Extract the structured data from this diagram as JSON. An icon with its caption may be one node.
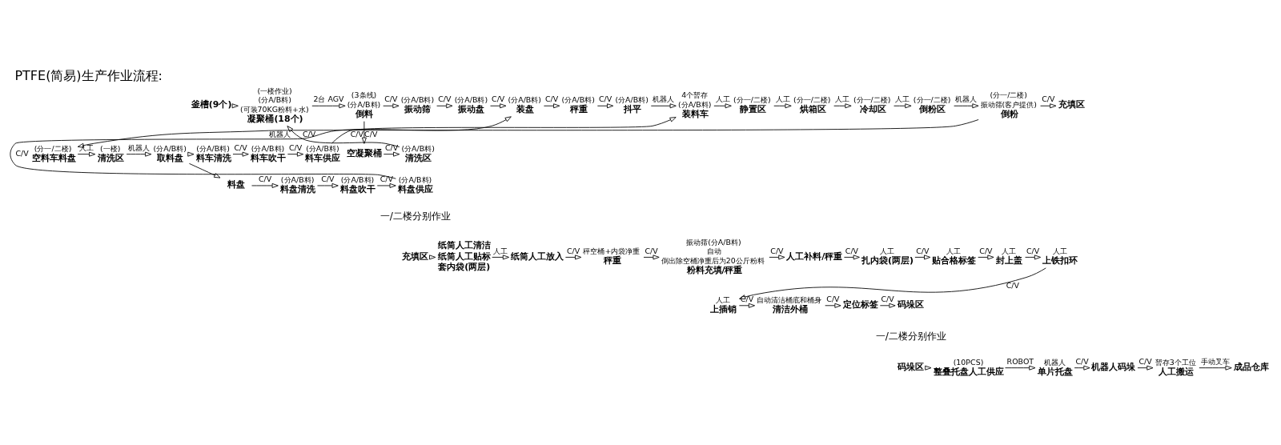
{
  "diagram": {
    "title": "PTFE(简易)生产作业流程:",
    "nodes": [
      {
        "text": [
          "釜槽(9个)"
        ]
      },
      {
        "text": [
          "凝聚桶(18个)"
        ],
        "beside": [
          "(一楼作业)",
          "(分A/B料)",
          "(可装70KG粉料+水)"
        ]
      },
      {
        "text": [
          "倒料"
        ],
        "beside": [
          "(3条线)",
          "(分A/B料)"
        ]
      },
      {
        "text": [
          "振动筛"
        ],
        "beside": [
          "(分A/B料)"
        ]
      },
      {
        "text": [
          "振动盘"
        ],
        "beside": [
          "(分A/B料)"
        ]
      },
      {
        "text": [
          "装盘"
        ],
        "beside": [
          "(分A/B料)"
        ]
      },
      {
        "text": [
          "秤重"
        ],
        "beside": [
          "(分A/B料)"
        ]
      },
      {
        "text": [
          "抖平"
        ],
        "beside": [
          "(分A/B料)"
        ]
      },
      {
        "text": [
          "装料车"
        ],
        "beside": [
          "4个暂存",
          "(分A/B料)"
        ]
      },
      {
        "text": [
          "静置区"
        ],
        "beside": [
          "(分一/二楼)"
        ]
      },
      {
        "text": [
          "烘箱区"
        ],
        "beside": [
          "(分一/二楼)"
        ]
      },
      {
        "text": [
          "冷却区"
        ],
        "beside": [
          "(分一/二楼)"
        ]
      },
      {
        "text": [
          "倒粉区"
        ],
        "beside": [
          "(分一/二楼)"
        ]
      },
      {
        "text": [
          "倒粉"
        ],
        "beside": [
          "(分一/二楼)",
          "振动筛(客户提供)"
        ]
      },
      {
        "text": [
          "充填区"
        ]
      },
      {
        "text": [
          "空凝聚桶"
        ]
      },
      {
        "text": [
          "清洗区"
        ],
        "beside": [
          "(分A/B料)"
        ]
      },
      {
        "text": [
          "空料车料盘"
        ],
        "beside": [
          "(分一/二楼)"
        ]
      },
      {
        "text": [
          "清洗区"
        ],
        "beside": [
          "(一楼)"
        ]
      },
      {
        "text": [
          "取料盘"
        ],
        "beside": [
          "(分A/B料)"
        ]
      },
      {
        "text": [
          "料车清洗"
        ],
        "beside": [
          "(分A/B料)"
        ]
      },
      {
        "text": [
          "料车吹干"
        ],
        "beside": [
          "(分A/B料)"
        ]
      },
      {
        "text": [
          "料车供应"
        ],
        "beside": [
          "(分A/B料)"
        ]
      },
      {
        "text": [
          "料盘"
        ]
      },
      {
        "text": [
          "料盘清洗"
        ],
        "beside": [
          "(分A/B料)"
        ]
      },
      {
        "text": [
          "料盘吹干"
        ],
        "beside": [
          "(分A/B料)"
        ]
      },
      {
        "text": [
          "料盘供应"
        ],
        "beside": [
          "(分A/B料)"
        ]
      },
      {
        "text": [
          "充填区"
        ]
      },
      {
        "text": [
          "纸筒人工清洁",
          "纸筒人工贴标",
          "套内袋(两层)"
        ]
      },
      {
        "text": [
          "纸筒人工放入"
        ]
      },
      {
        "text": [
          "秤重"
        ],
        "beside": [
          "秤空桶+内袋净重"
        ]
      },
      {
        "text": [
          "粉料充填/秤重"
        ],
        "beside": [
          "振动筛(分A/B料)",
          "自动",
          "倒出除空桶净重后为20公斤粉料"
        ]
      },
      {
        "text": [
          "人工补料/秤重"
        ]
      },
      {
        "text": [
          "扎内袋(两层)"
        ],
        "beside": [
          "人工"
        ]
      },
      {
        "text": [
          "贴合格标签"
        ],
        "beside": [
          "人工"
        ]
      },
      {
        "text": [
          "封上盖"
        ],
        "beside": [
          "人工"
        ]
      },
      {
        "text": [
          "上铁扣环"
        ],
        "beside": [
          "人工"
        ]
      },
      {
        "text": [
          "上插销"
        ],
        "beside": [
          "人工"
        ]
      },
      {
        "text": [
          "清洁外桶"
        ],
        "beside": [
          "自动清洁桶底和桶身"
        ]
      },
      {
        "text": [
          "定位标签"
        ]
      },
      {
        "text": [
          "码垛区"
        ]
      },
      {
        "text": [
          "码垛区"
        ]
      },
      {
        "text": [
          "整叠托盘人工供应"
        ],
        "beside": [
          "(10PCS)"
        ]
      },
      {
        "text": [
          "单片托盘"
        ],
        "beside": [
          "机器人"
        ]
      },
      {
        "text": [
          "机器人码垛"
        ]
      },
      {
        "text": [
          "人工搬运"
        ],
        "beside": [
          "暂存3个工位"
        ]
      },
      {
        "text": [
          "成品仓库"
        ]
      }
    ],
    "edges": [
      {
        "from": 0,
        "to": 1,
        "arrow": "to"
      },
      {
        "from": 1,
        "to": 2,
        "arrow": "to",
        "label": "2台 AGV"
      },
      {
        "from": 2,
        "to": 3,
        "arrow": "to",
        "label": "C/V"
      },
      {
        "from": 3,
        "to": 4,
        "arrow": "to",
        "label": "C/V"
      },
      {
        "from": 4,
        "to": 5,
        "arrow": "to",
        "label": "C/V"
      },
      {
        "from": 5,
        "to": 6,
        "arrow": "to",
        "label": "C/V"
      },
      {
        "from": 6,
        "to": 7,
        "arrow": "to",
        "label": "C/V"
      },
      {
        "from": 7,
        "to": 8,
        "arrow": "to",
        "label": "机器人"
      },
      {
        "from": 8,
        "to": 9,
        "arrow": "to",
        "label": "人工"
      },
      {
        "from": 9,
        "to": 10,
        "arrow": "to",
        "label": "人工"
      },
      {
        "from": 10,
        "to": 11,
        "arrow": "to",
        "label": "人工"
      },
      {
        "from": 11,
        "to": 12,
        "arrow": "to",
        "label": "人工"
      },
      {
        "from": 12,
        "to": 13,
        "arrow": "to",
        "label": "机器人"
      },
      {
        "from": 13,
        "to": 14,
        "arrow": "to",
        "label": "C/V"
      },
      {
        "from": 2,
        "to": 15,
        "arrow": "to",
        "label": "C/V"
      },
      {
        "from": 15,
        "to": 16,
        "arrow": "to",
        "label": "C/V"
      },
      {
        "from": 16,
        "to": 1,
        "arrow": "to",
        "label": "C/V"
      },
      {
        "from": 13,
        "to": 17,
        "arrow": "to",
        "label": "机器人"
      },
      {
        "from": 17,
        "to": 18,
        "arrow": "to",
        "label": "人工"
      },
      {
        "from": 18,
        "to": 19,
        "arrow": "to",
        "label": "机器人"
      },
      {
        "from": 19,
        "to": 20,
        "arrow": "to"
      },
      {
        "from": 20,
        "to": 21,
        "arrow": "to",
        "label": "C/V"
      },
      {
        "from": 21,
        "to": 22,
        "arrow": "to",
        "label": "C/V"
      },
      {
        "from": 22,
        "to": 8,
        "arrow": "to",
        "label": "C/V"
      },
      {
        "from": 19,
        "to": 23,
        "arrow": "to"
      },
      {
        "from": 23,
        "to": 24,
        "arrow": "to",
        "label": "C/V"
      },
      {
        "from": 24,
        "to": 25,
        "arrow": "to",
        "label": "C/V"
      },
      {
        "from": 25,
        "to": 26,
        "arrow": "to",
        "label": "C/V"
      },
      {
        "from": 26,
        "to": 5,
        "arrow": "to",
        "label": "C/V"
      },
      {
        "from": 27,
        "to": 28,
        "arrow": "to"
      },
      {
        "from": 28,
        "to": 29,
        "arrow": "to",
        "label": "人工"
      },
      {
        "from": 29,
        "to": 30,
        "arrow": "to",
        "label": "C/V"
      },
      {
        "from": 30,
        "to": 31,
        "arrow": "to",
        "label": "C/V"
      },
      {
        "from": 31,
        "to": 32,
        "arrow": "to",
        "label": "C/V"
      },
      {
        "from": 32,
        "to": 33,
        "arrow": "to",
        "label": "C/V"
      },
      {
        "from": 33,
        "to": 34,
        "arrow": "to",
        "label": "C/V"
      },
      {
        "from": 34,
        "to": 35,
        "arrow": "to",
        "label": "C/V"
      },
      {
        "from": 35,
        "to": 36,
        "arrow": "to",
        "label": "C/V"
      },
      {
        "from": 36,
        "to": 37,
        "arrow": "to",
        "label": "C/V"
      },
      {
        "from": 37,
        "to": 38,
        "arrow": "to",
        "label": "C/V"
      },
      {
        "from": 38,
        "to": 39,
        "arrow": "to",
        "label": "C/V"
      },
      {
        "from": 39,
        "to": 40,
        "arrow": "to",
        "label": "C/V"
      },
      {
        "from": 41,
        "to": 42,
        "arrow": "to"
      },
      {
        "from": 42,
        "to": 43,
        "arrow": "to",
        "label": "ROBOT"
      },
      {
        "from": 43,
        "to": 44,
        "arrow": "to",
        "label": "C/V"
      },
      {
        "from": 44,
        "to": 45,
        "arrow": "to",
        "label": "C/V"
      },
      {
        "from": 45,
        "to": 46,
        "arrow": "to",
        "label": "手动叉车"
      }
    ],
    "labels": [
      "一/二楼分别作业",
      "一/二楼分别作业"
    ]
  }
}
